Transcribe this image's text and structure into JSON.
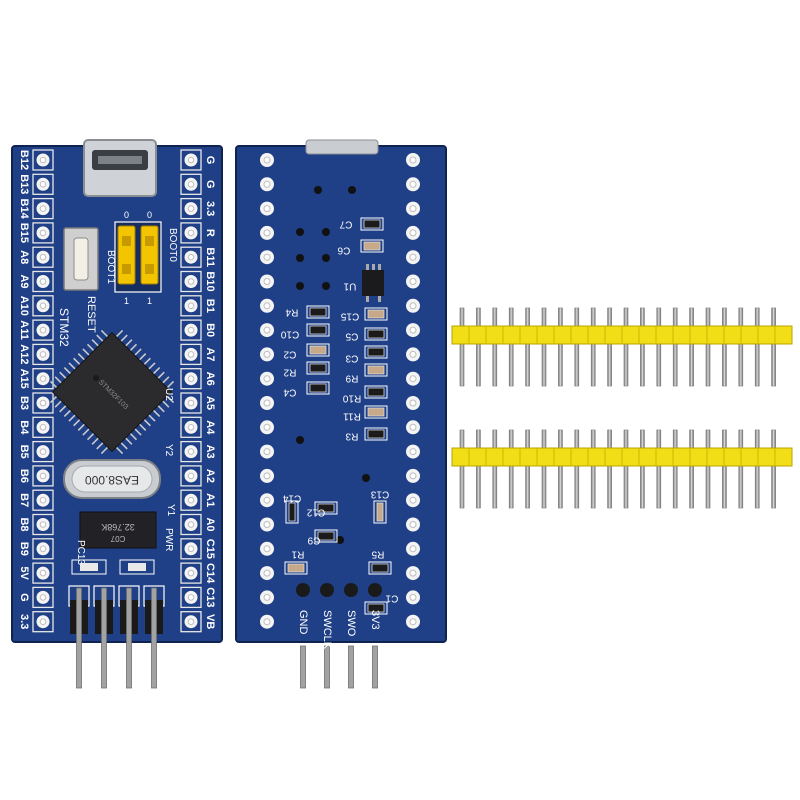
{
  "colors": {
    "pcb": "#1f3f86",
    "pcb_dark": "#17306a",
    "pcb_edge": "#0f2350",
    "silk": "#ffffff",
    "pad": "#f2f2f2",
    "header_plastic": "#f1de16",
    "pin_metal": "#9a9a9a",
    "background": "#ffffff"
  },
  "front_board": {
    "left_pins": [
      "B12",
      "B13",
      "B14",
      "B15",
      "A8",
      "A9",
      "A10",
      "A11",
      "A12",
      "A15",
      "B3",
      "B4",
      "B5",
      "B6",
      "B7",
      "B8",
      "B9",
      "5V",
      "G",
      "3.3"
    ],
    "right_pins": [
      "G",
      "G",
      "3.3",
      "R",
      "B11",
      "B10",
      "B1",
      "B0",
      "A7",
      "A6",
      "A5",
      "A4",
      "A3",
      "A2",
      "A1",
      "A0",
      "C15",
      "C14",
      "C13",
      "VB"
    ],
    "reset_label": "RESET",
    "brand_label": "STM32",
    "boot0_label": "BOOT0",
    "boot1_label": "BOOT1",
    "jumper_top_marks": [
      "0",
      "0"
    ],
    "jumper_bottom_marks": [
      "1",
      "1"
    ],
    "crystal_label": "EAS8.000",
    "rtc_crystal_label": "32.768K",
    "rtc_crystal_sub": "C07",
    "pc13_label": "PC13",
    "pwr_label": "PWR",
    "y1_label": "Y1",
    "y2_label": "Y2",
    "u2_label": "U2"
  },
  "back_board": {
    "component_labels": [
      "C7",
      "C6",
      "U1",
      "R4",
      "C15",
      "C10",
      "C5",
      "C2",
      "C3",
      "R2",
      "R9",
      "C4",
      "R10",
      "R11",
      "R3",
      "C14",
      "C13",
      "C12",
      "C9",
      "R1",
      "R5",
      "C1"
    ],
    "debug_pins": [
      "GND",
      "SWCLK",
      "SWO",
      "3V3"
    ]
  },
  "headers": {
    "count": 2,
    "pins_per_header": 20
  }
}
